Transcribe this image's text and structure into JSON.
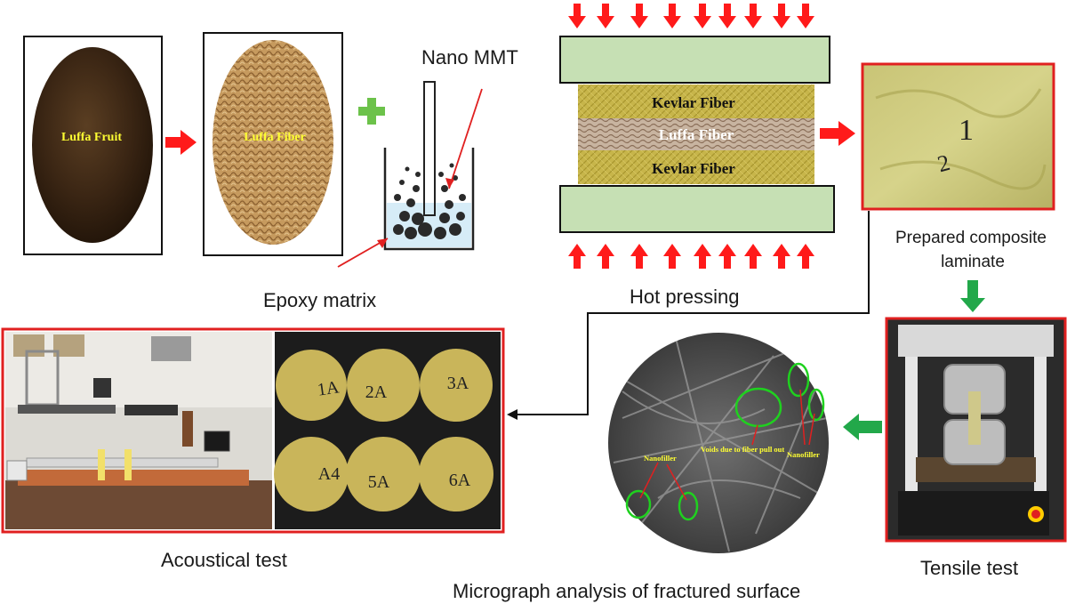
{
  "labels": {
    "luffa_fruit": "Luffa Fruit",
    "luffa_fiber": "Luffa Fiber",
    "nano_mmt": "Nano MMT",
    "epoxy_matrix": "Epoxy matrix",
    "kevlar_top": "Kevlar Fiber",
    "luffa_mid": "Luffa Fiber",
    "kevlar_bottom": "Kevlar Fiber",
    "hot_pressing": "Hot pressing",
    "prepared_line1": "Prepared composite",
    "prepared_line2": "laminate",
    "tensile_test": "Tensile test",
    "micrograph": "Micrograph analysis of fractured surface",
    "acoustical_test": "Acoustical test"
  },
  "samples": [
    "1A",
    "2A",
    "3A",
    "A4",
    "5A",
    "6A"
  ],
  "laminate_marks": [
    "1",
    "2"
  ],
  "sem_labels": {
    "nanofiller_left": "Nanofiller",
    "voids": "Voids due to fiber pull out",
    "nanofiller_right": "Nanofiller"
  },
  "colors": {
    "arrow_red": "#ff1a1a",
    "arrow_green": "#22a84a",
    "plus_green": "#6cc24a",
    "press_plate": "#c6e0b4",
    "kevlar": "#c9b84a",
    "label_yellow": "#ffff33",
    "frame_red": "#e02020"
  }
}
